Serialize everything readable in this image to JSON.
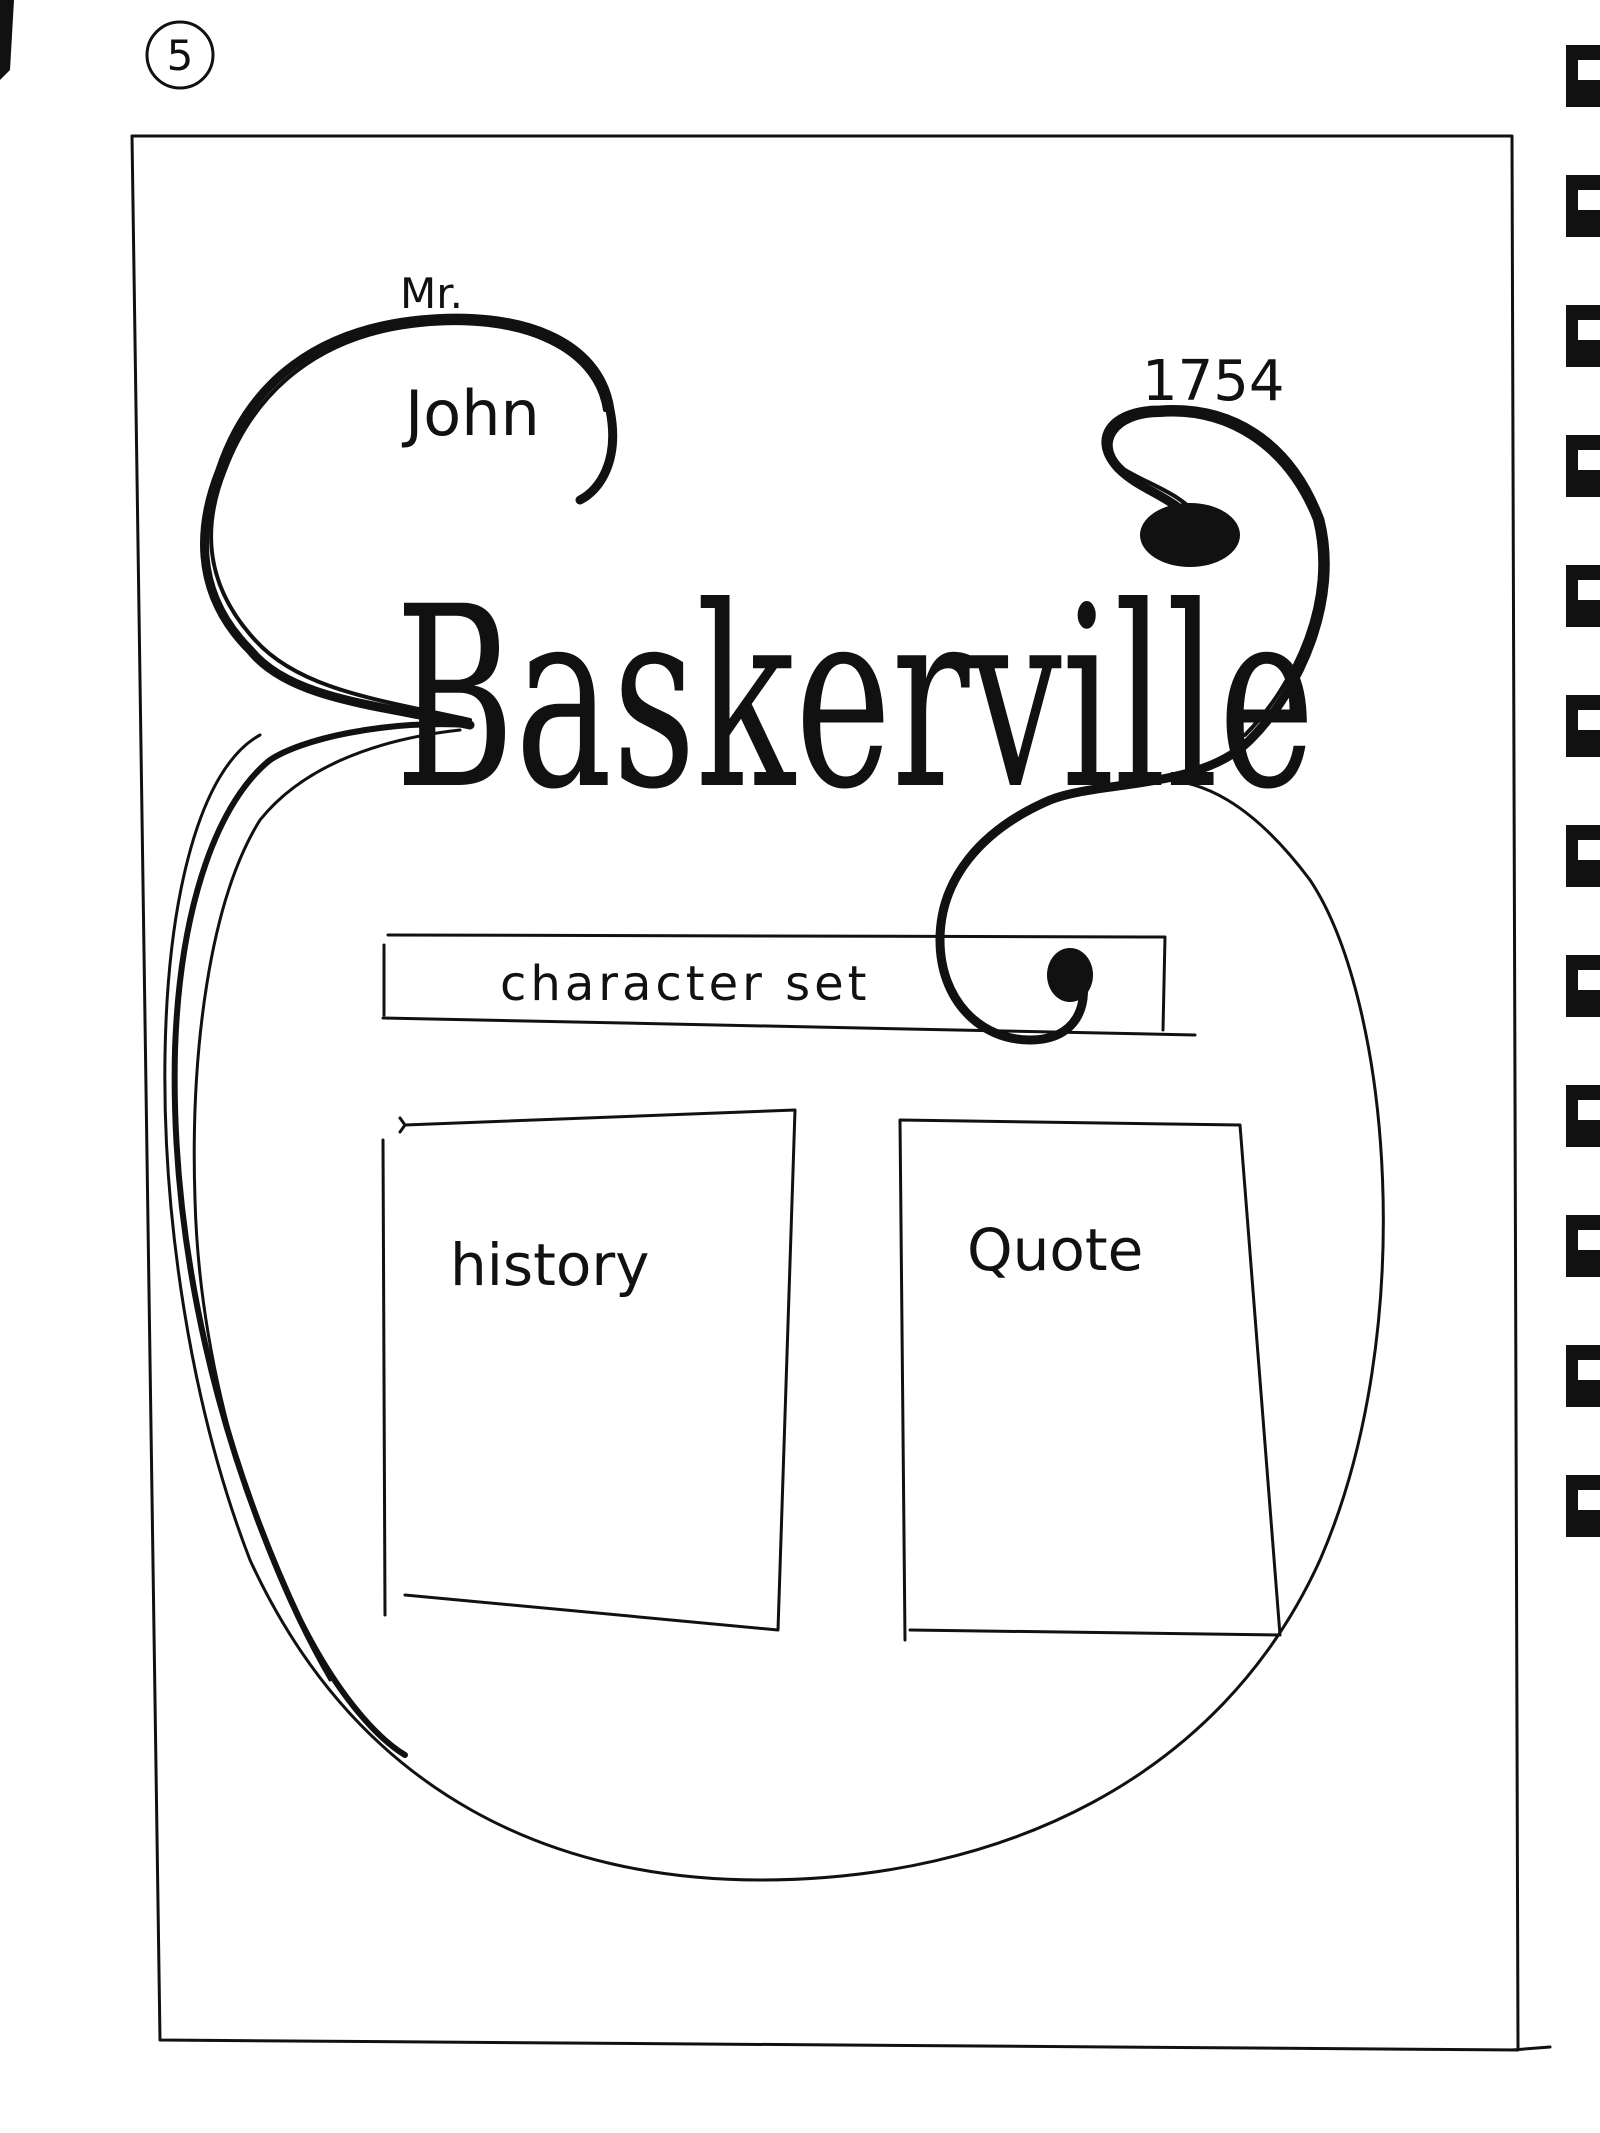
{
  "page_number": "5",
  "prefix": "Mr.",
  "first_name": "John",
  "title": "Baskerville",
  "year": "1754",
  "nav_label": "character set",
  "panels": [
    {
      "label": "history"
    },
    {
      "label": "Quote"
    }
  ],
  "ink_color": "#111111",
  "paper_color": "#ffffff"
}
